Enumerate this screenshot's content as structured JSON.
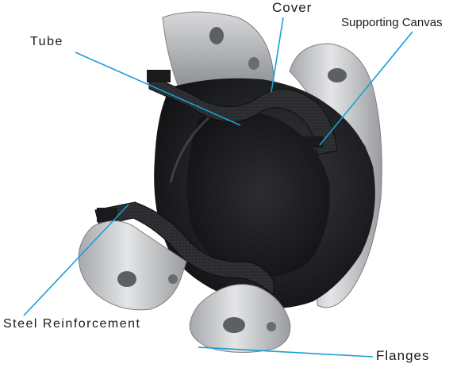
{
  "labels": {
    "cover": "Cover",
    "supporting_canvas": "Supporting Canvas",
    "tube": "Tube",
    "steel_reinforcement": "Steel Reinforcement",
    "flanges": "Flanges"
  },
  "colors": {
    "leader_line": "#1a9fd6",
    "rubber": "#1d1d1f",
    "rubber_highlight": "#4a4b4f",
    "flange_metal": "#c9cacc",
    "flange_shadow": "#8f9194",
    "label_text": "#1a1a1a"
  }
}
